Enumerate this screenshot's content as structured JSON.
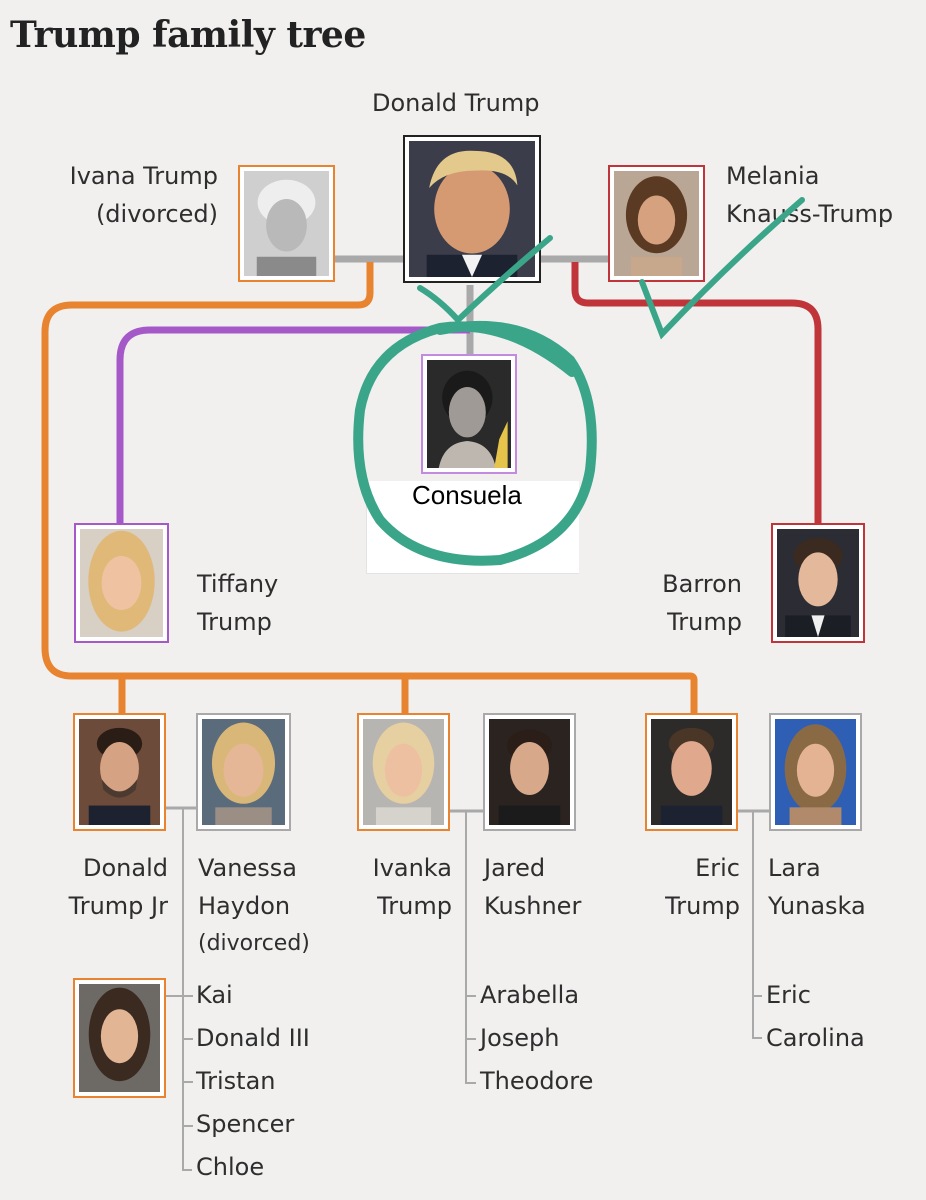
{
  "title": "Trump family tree",
  "people": {
    "donald_trump": "Donald Trump",
    "ivana": [
      "Ivana Trump",
      "(divorced)"
    ],
    "melania": [
      "Melania",
      "Knauss-Trump"
    ],
    "consuela": "Consuela",
    "tiffany": [
      "Tiffany",
      "Trump"
    ],
    "barron": [
      "Barron",
      "Trump"
    ],
    "donald_jr": [
      "Donald",
      "Trump Jr"
    ],
    "vanessa": [
      "Vanessa",
      "Haydon",
      "(divorced)"
    ],
    "ivanka": [
      "Ivanka",
      "Trump"
    ],
    "jared": [
      "Jared",
      "Kushner"
    ],
    "eric": [
      "Eric",
      "Trump"
    ],
    "lara": [
      "Lara",
      "Yunaska"
    ]
  },
  "children": {
    "donald_jr": [
      "Kai",
      "Donald III",
      "Tristan",
      "Spencer",
      "Chloe"
    ],
    "ivanka": [
      "Arabella",
      "Joseph",
      "Theodore"
    ],
    "eric": [
      "Eric",
      "Carolina"
    ]
  },
  "colors": {
    "orange": "#e8832f",
    "purple": "#a559c9",
    "red": "#c0353a",
    "grey": "#a9a9a9",
    "annotation_teal": "#3ba58a"
  }
}
